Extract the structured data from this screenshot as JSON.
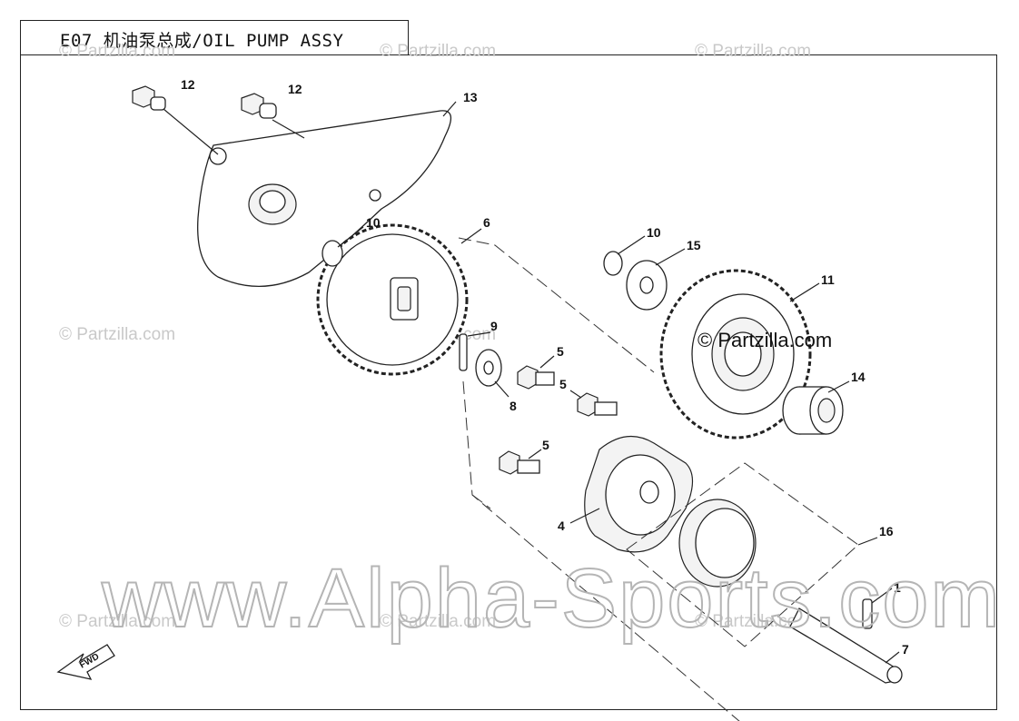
{
  "header": {
    "title": "E07  机油泵总成/OIL PUMP ASSY"
  },
  "callouts": [
    {
      "id": "p12a",
      "label": "12"
    },
    {
      "id": "p12b",
      "label": "12"
    },
    {
      "id": "p13",
      "label": "13"
    },
    {
      "id": "p10a",
      "label": "10"
    },
    {
      "id": "p6",
      "label": "6"
    },
    {
      "id": "p10b",
      "label": "10"
    },
    {
      "id": "p15",
      "label": "15"
    },
    {
      "id": "p11",
      "label": "11"
    },
    {
      "id": "p9",
      "label": "9"
    },
    {
      "id": "p5a",
      "label": "5"
    },
    {
      "id": "p5b",
      "label": "5"
    },
    {
      "id": "p8",
      "label": "8"
    },
    {
      "id": "p14",
      "label": "14"
    },
    {
      "id": "p5c",
      "label": "5"
    },
    {
      "id": "p4",
      "label": "4"
    },
    {
      "id": "p16",
      "label": "16"
    },
    {
      "id": "p1",
      "label": "1"
    },
    {
      "id": "p7",
      "label": "7"
    }
  ],
  "watermarks": {
    "small": "© Partzilla.com",
    "big": "www.Alpha-Sports.com"
  },
  "fwd_label": "FWD"
}
